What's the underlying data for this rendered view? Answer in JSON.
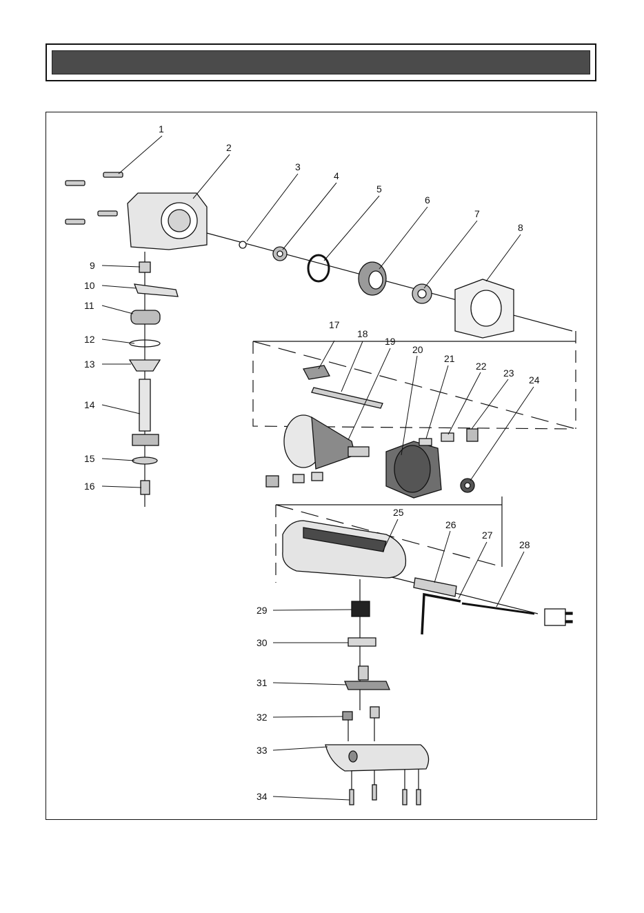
{
  "header": {
    "title": ""
  },
  "parts": [
    {
      "n": "1"
    },
    {
      "n": "2"
    },
    {
      "n": "3"
    },
    {
      "n": "4"
    },
    {
      "n": "5"
    },
    {
      "n": "6"
    },
    {
      "n": "7"
    },
    {
      "n": "8"
    },
    {
      "n": "9"
    },
    {
      "n": "10"
    },
    {
      "n": "11"
    },
    {
      "n": "12"
    },
    {
      "n": "13"
    },
    {
      "n": "14"
    },
    {
      "n": "15"
    },
    {
      "n": "16"
    },
    {
      "n": "17"
    },
    {
      "n": "18"
    },
    {
      "n": "19"
    },
    {
      "n": "20"
    },
    {
      "n": "21"
    },
    {
      "n": "22"
    },
    {
      "n": "23"
    },
    {
      "n": "24"
    },
    {
      "n": "25"
    },
    {
      "n": "26"
    },
    {
      "n": "27"
    },
    {
      "n": "28"
    },
    {
      "n": "29"
    },
    {
      "n": "30"
    },
    {
      "n": "31"
    },
    {
      "n": "32"
    },
    {
      "n": "33"
    },
    {
      "n": "34"
    }
  ],
  "colors": {
    "title_bar": "#4b4b4b",
    "line": "#111111",
    "part_fill": "#d9d9d9",
    "part_dark": "#555555"
  }
}
